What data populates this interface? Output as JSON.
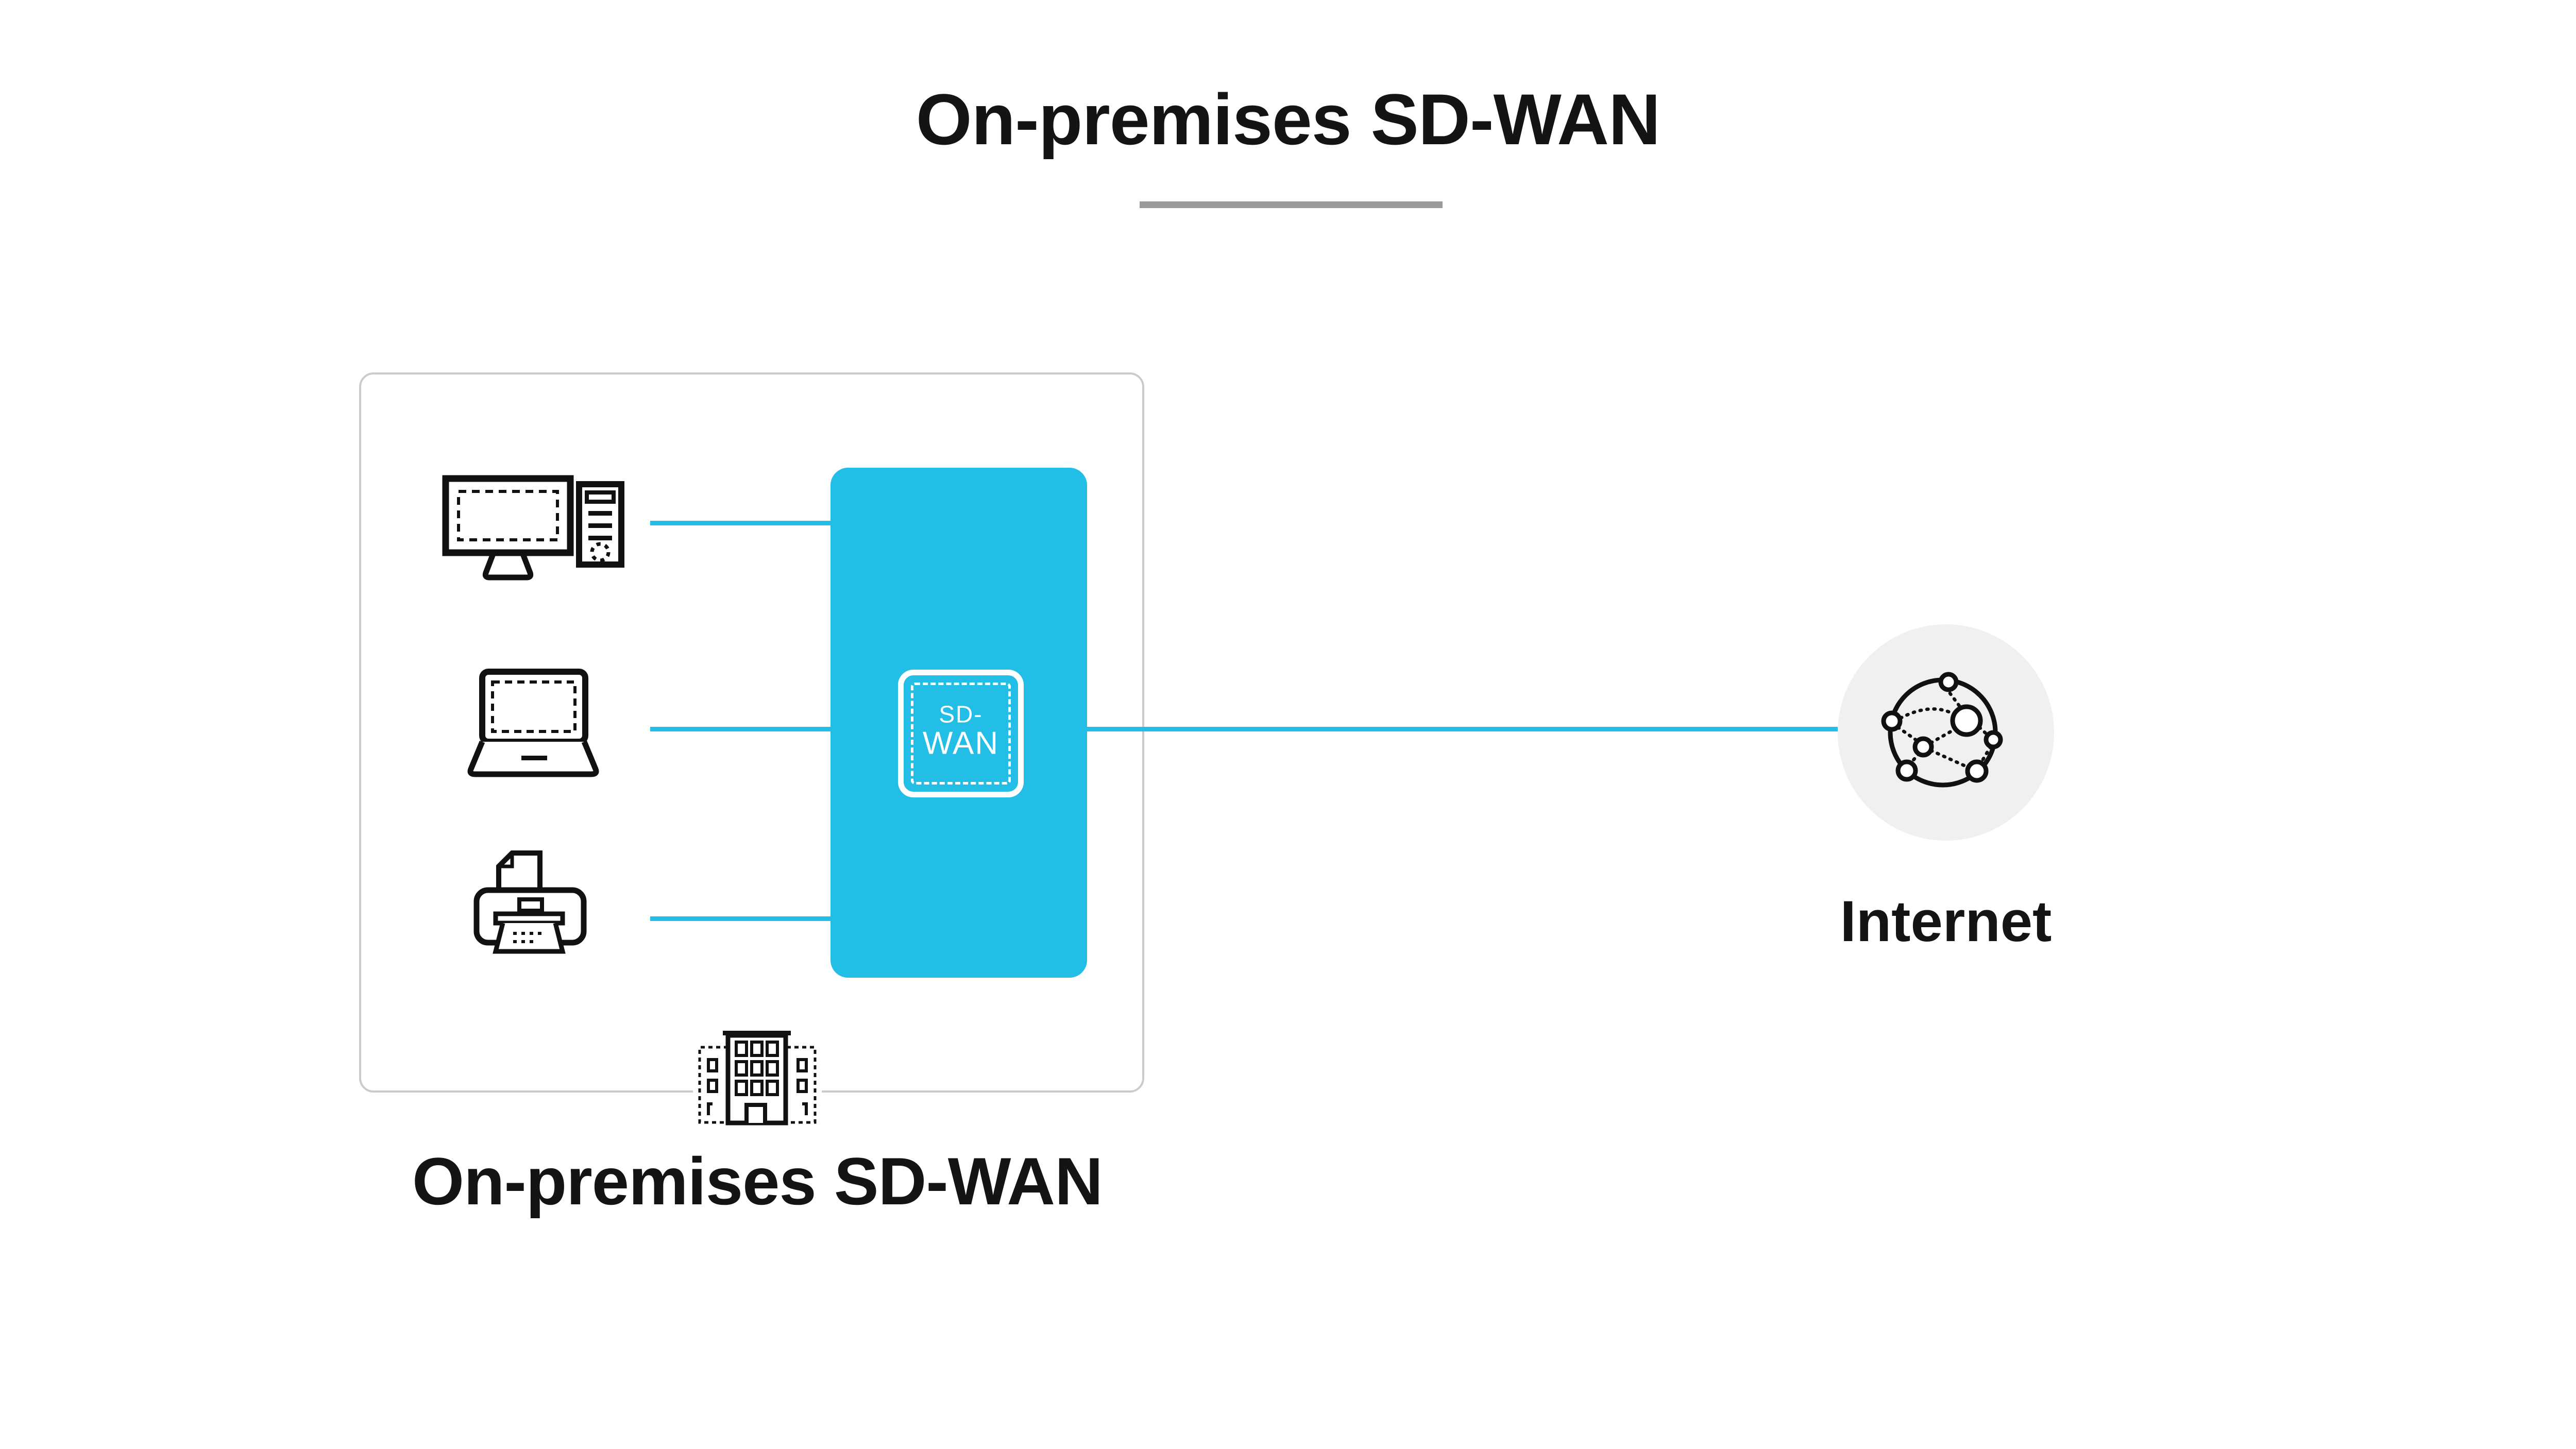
{
  "title": {
    "text": "On-premises SD-WAN"
  },
  "colors": {
    "accent": "#23BEE6",
    "box_border": "#CBCBCB",
    "divider": "#9A9A9A",
    "circle_fill": "#F0F0F1",
    "ink": "#111111",
    "white": "#FFFFFF"
  },
  "site_box": {
    "label": "On-premises SD-WAN",
    "devices": [
      {
        "name": "desktop-computer"
      },
      {
        "name": "laptop"
      },
      {
        "name": "printer"
      }
    ],
    "building": "office-building"
  },
  "sdwan_appliance": {
    "line1": "SD-",
    "line2": "WAN"
  },
  "internet": {
    "label": "Internet"
  },
  "connections": [
    {
      "from": "desktop-computer",
      "to": "sdwan-appliance"
    },
    {
      "from": "laptop",
      "to": "sdwan-appliance"
    },
    {
      "from": "printer",
      "to": "sdwan-appliance"
    },
    {
      "from": "sdwan-appliance",
      "to": "internet"
    }
  ]
}
